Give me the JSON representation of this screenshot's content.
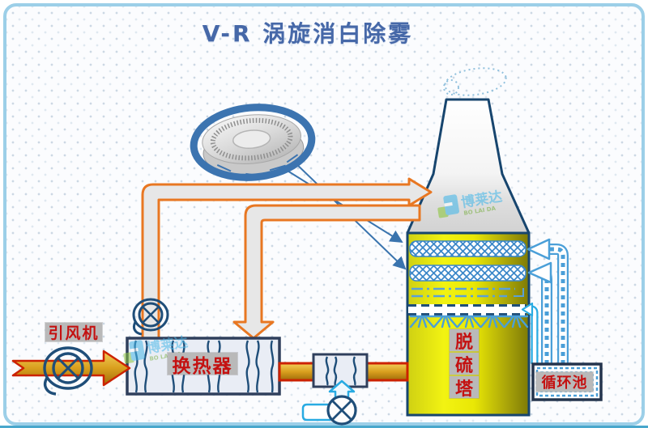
{
  "title": "V-R 涡旋消白除雾",
  "labels": {
    "induced_draft_fan": "引风机",
    "heat_exchanger": "换热器",
    "tower_char_1": "脱",
    "tower_char_2": "硫",
    "tower_char_3": "塔",
    "circulation_pool": "循环池"
  },
  "watermark": {
    "brand_cn": "博莱达",
    "brand_en": "BO LAI DA"
  },
  "colors": {
    "title_blue": "#4668a8",
    "label_red": "#c41111",
    "chip_gray": "#b9b9b9",
    "frame_blue": "#9ccfe8",
    "navy_outline": "#1f4e79",
    "duct_orange": "#e87722",
    "duct_gray": "#e7e7e7",
    "tower_yellow": "#f2f312",
    "tower_olive": "#7d7a06",
    "pipe_blue": "#4a9fd8",
    "cyan": "#29abe2",
    "flow_yellow": "#d99f1e",
    "flow_red_border": "#cc2200",
    "watermark_blue": "#49b8e8",
    "watermark_green": "#8dc63f"
  }
}
